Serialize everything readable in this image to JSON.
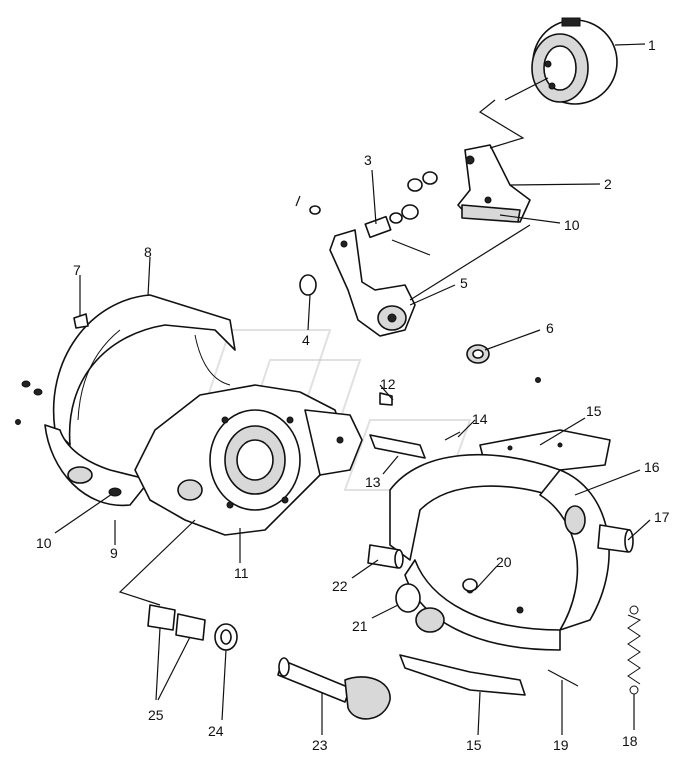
{
  "diagram": {
    "callouts": [
      {
        "id": "c1",
        "text": "1"
      },
      {
        "id": "c2",
        "text": "2"
      },
      {
        "id": "c3",
        "text": "3"
      },
      {
        "id": "c4",
        "text": "4"
      },
      {
        "id": "c5",
        "text": "5"
      },
      {
        "id": "c6",
        "text": "6"
      },
      {
        "id": "c7",
        "text": "7"
      },
      {
        "id": "c8",
        "text": "8"
      },
      {
        "id": "c9",
        "text": "9"
      },
      {
        "id": "c10a",
        "text": "10"
      },
      {
        "id": "c10b",
        "text": "10"
      },
      {
        "id": "c11",
        "text": "11"
      },
      {
        "id": "c12",
        "text": "12"
      },
      {
        "id": "c13",
        "text": "13"
      },
      {
        "id": "c14",
        "text": "14"
      },
      {
        "id": "c15a",
        "text": "15"
      },
      {
        "id": "c15b",
        "text": "15"
      },
      {
        "id": "c16",
        "text": "16"
      },
      {
        "id": "c17",
        "text": "17"
      },
      {
        "id": "c18",
        "text": "18"
      },
      {
        "id": "c19",
        "text": "19"
      },
      {
        "id": "c20",
        "text": "20"
      },
      {
        "id": "c21",
        "text": "21"
      },
      {
        "id": "c22",
        "text": "22"
      },
      {
        "id": "c23",
        "text": "23"
      },
      {
        "id": "c24",
        "text": "24"
      },
      {
        "id": "c25",
        "text": "25"
      }
    ]
  }
}
